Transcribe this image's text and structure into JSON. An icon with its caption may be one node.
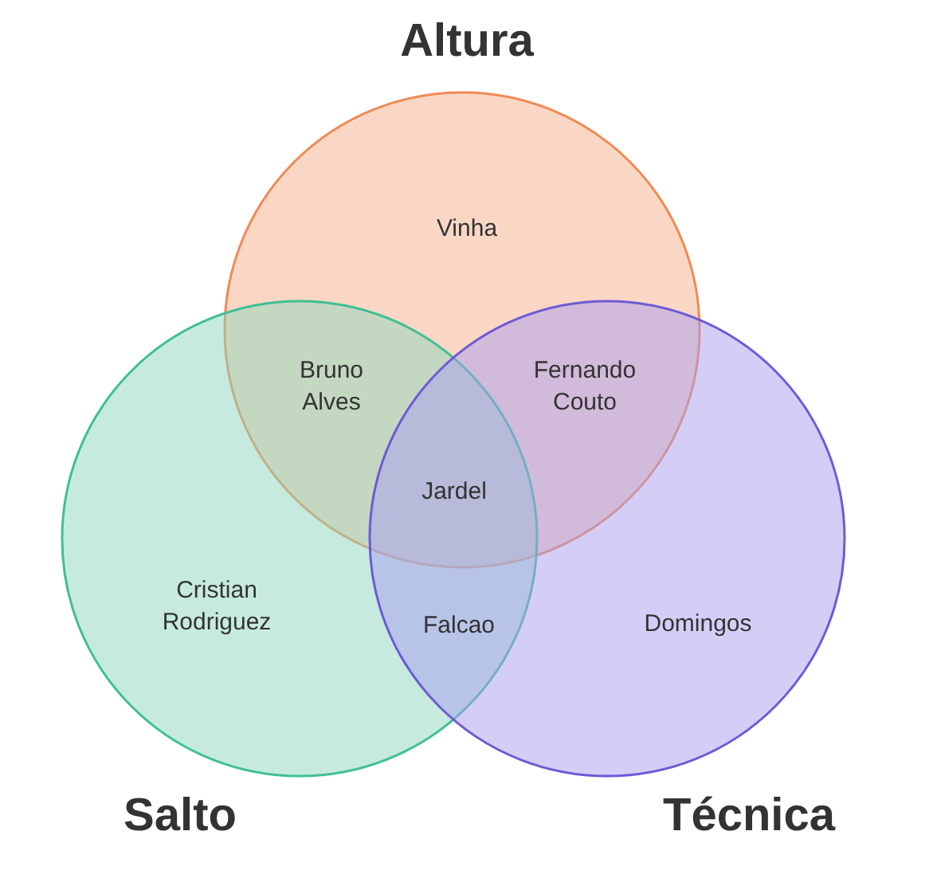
{
  "diagram": {
    "nodes": [
      {
        "text": [
          "Altura"
        ]
      },
      {
        "text": [
          "Salto"
        ]
      },
      {
        "text": [
          "Técnica"
        ]
      }
    ],
    "labels": [
      "Vinha",
      "Bruno Alves",
      "Fernando Couto",
      "Jardel",
      "Cristian Rodriguez",
      "Falcao",
      "Domingos"
    ]
  }
}
